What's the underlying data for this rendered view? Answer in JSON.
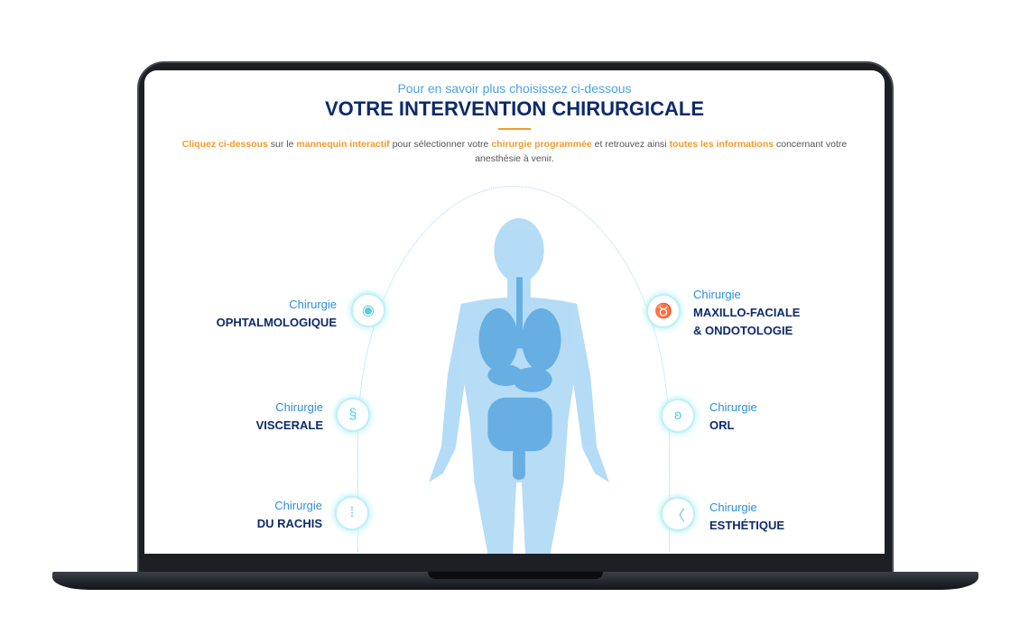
{
  "header": {
    "subtitle": "Pour en savoir plus choisissez ci-dessous",
    "title": "VOTRE INTERVENTION CHIRURGICALE"
  },
  "intro": {
    "p1": "Cliquez ci-dessous",
    "p2": " sur le ",
    "p3": "mannequin interactif",
    "p4": " pour sélectionner votre ",
    "p5": "chirurgie programmée",
    "p6": " et retrouvez ainsi ",
    "p7": "toutes les informations",
    "p8": " concernant votre anesthésie à venir."
  },
  "surgeries": [
    {
      "c": "Chirurgie",
      "n": "OPHTALMOLOGIQUE",
      "icon": "eye-icon"
    },
    {
      "c": "Chirurgie",
      "n": "VISCERALE",
      "icon": "intestine-icon"
    },
    {
      "c": "Chirurgie",
      "n": "DU RACHIS",
      "icon": "spine-icon"
    },
    {
      "c": "Chirurgie",
      "n": "MAXILLO-FACIALE",
      "n2": "& ONDOTOLOGIE",
      "icon": "tooth-icon"
    },
    {
      "c": "Chirurgie",
      "n": "ORL",
      "icon": "ear-icon"
    },
    {
      "c": "Chirurgie",
      "n": "ESTHÉTIQUE",
      "icon": "nose-icon"
    }
  ],
  "colors": {
    "accent": "#f39a2b",
    "navy": "#0d2a6b",
    "blue": "#2e8fd6"
  }
}
